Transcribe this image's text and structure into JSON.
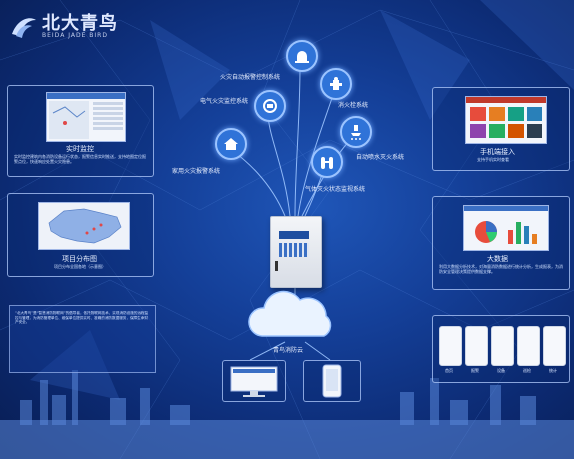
{
  "brand": {
    "name_cn": "北大青鸟",
    "name_en": "BEIDA JADE BIRD"
  },
  "panels": {
    "left_top": {
      "title": "实时监控",
      "desc": "实时监控建筑内各消防设备运行状态，报警信息实时推送，支持地图定位报警点位，快速响应处置火灾隐患。"
    },
    "left_mid": {
      "title": "项目分布图",
      "subtitle": "项目分布全国各地（示意图）"
    },
    "left_desc": {
      "text": "“北大青鸟”是“智慧消防物联网”的倡导者，依托物联网技术，实现消防设施的远程监控与管理，为消防管理单位、维保单位提供实时、准确的消防数据服务，保障生命财产安全。"
    },
    "right_top": {
      "title": "手机端接入",
      "subtitle": "支持手机实时查看"
    },
    "right_mid": {
      "title": "大数据",
      "desc": "利用大数据分析技术，对海量消防数据进行统计分析，生成报表，为消防安全管理决策提供数据支撑。"
    },
    "phones": {
      "labels": [
        "首页",
        "报警",
        "设备",
        "巡检",
        "统计"
      ]
    }
  },
  "nodes": {
    "fire_alarm": "火灾自动报警控制系统",
    "electrical": "电气火灾监控系统",
    "hydrant": "消火栓系统",
    "home": "家用火灾报警系统",
    "sprinkler": "自动喷水灭火系统",
    "gas": "气体灭火状态监视系统"
  },
  "cloud": {
    "label": "青鸟消防云"
  },
  "colors": {
    "accent": "#2f73d8",
    "background": "#143f98"
  }
}
